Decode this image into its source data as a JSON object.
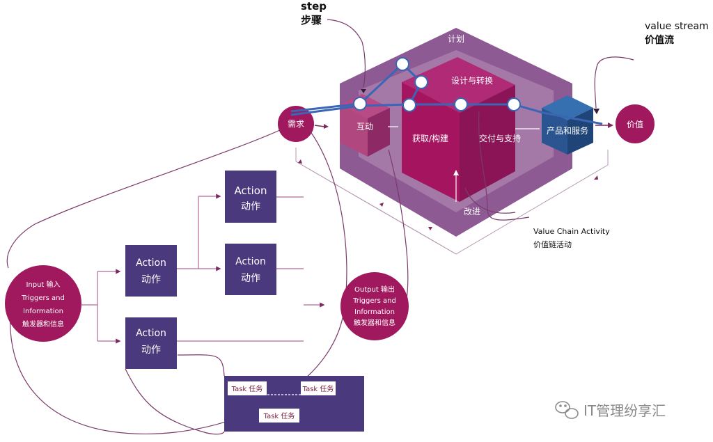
{
  "labels": {
    "step_en": "step",
    "step_cn": "步骤",
    "value_stream_en": "value stream",
    "value_stream_cn": "价值流",
    "plan": "计划",
    "design": "设计与转换",
    "engage": "互动",
    "obtain": "获取/构建",
    "deliver": "交付与支持",
    "products": "产品和服务",
    "demand": "需求",
    "value": "价值",
    "improve": "改进",
    "vca_en": "Value Chain Activity",
    "vca_cn": "价值链活动"
  },
  "input_circle": [
    "Input 输入",
    "Triggers and",
    "Information",
    "触发器和信息"
  ],
  "output_circle": [
    "Output 输出",
    "Triggers and",
    "Information",
    "触发器和信息"
  ],
  "actions": [
    {
      "en": "Action",
      "cn": "动作"
    },
    {
      "en": "Action",
      "cn": "动作"
    },
    {
      "en": "Action",
      "cn": "动作"
    },
    {
      "en": "Action",
      "cn": "动作"
    }
  ],
  "tasks": [
    "Task 任务",
    "Task 任务",
    "Task 任务"
  ],
  "watermark": "IT管理纷享汇",
  "colors": {
    "magenta": "#a5145f",
    "violet_frame": "#8d5a93",
    "navy": "#4a3a7d",
    "blue_line": "#3a66b5",
    "thread": "#7a3a6a",
    "products_blue": "#2a5590"
  }
}
